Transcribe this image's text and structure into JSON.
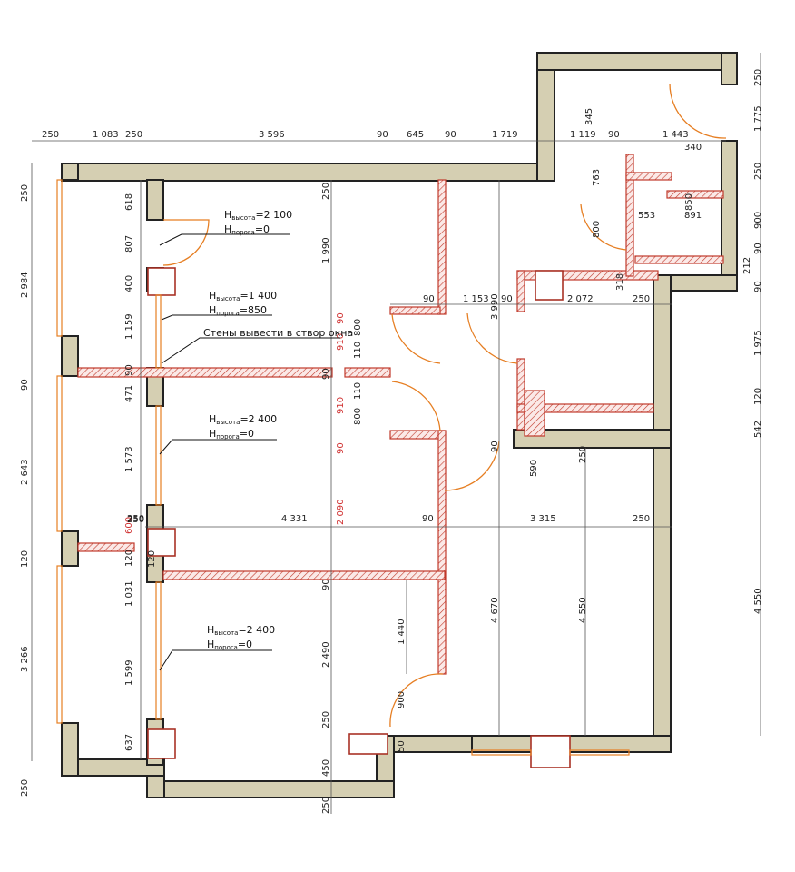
{
  "top_dims": [
    "250",
    "1 083",
    "250",
    "3 596",
    "90",
    "645",
    "90",
    "1 719",
    "1 119",
    "90",
    "1 443"
  ],
  "top_dims_upper": [
    "345",
    "340"
  ],
  "left_dims": [
    "250",
    "2 984",
    "90",
    "2 643",
    "120",
    "3 266",
    "250"
  ],
  "inner_left_dims": [
    "618",
    "807",
    "400",
    "1 159",
    "90",
    "471",
    "1 573",
    "600",
    "120",
    "1 031",
    "1 599",
    "637"
  ],
  "inner_left_extra": [
    "250",
    "120"
  ],
  "right_dims": [
    "250",
    "1 775",
    "250",
    "900",
    "90",
    "212",
    "90",
    "1 975",
    "120",
    "542",
    "4 550"
  ],
  "center_vertical": [
    "250",
    "1 990",
    "90",
    "800",
    "110",
    "90",
    "110",
    "800",
    "90",
    "2 090",
    "90",
    "2 490",
    "250",
    "450",
    "250"
  ],
  "center_vertical_red": [
    "910",
    "910"
  ],
  "mid_horizontal": [
    "90",
    "1 153",
    "90",
    "2 072",
    "250"
  ],
  "row_dims": [
    "250",
    "4 331",
    "90",
    "3 315",
    "250"
  ],
  "small_dims": [
    "763",
    "800",
    "318",
    "553",
    "850",
    "891",
    "3 990",
    "590",
    "250",
    "90",
    "4 670",
    "4 550",
    "1 440",
    "900",
    "50"
  ],
  "notes": [
    {
      "h_label": "H",
      "h_sub": "высота",
      "h_value": "=2 100",
      "p_label": "H",
      "p_sub": "порога",
      "p_value": "=0"
    },
    {
      "h_label": "H",
      "h_sub": "высота",
      "h_value": "=1 400",
      "p_label": "H",
      "p_sub": "порога",
      "p_value": "=850"
    },
    {
      "h_label": "H",
      "h_sub": "высота",
      "h_value": "=2 400",
      "p_label": "H",
      "p_sub": "порога",
      "p_value": "=0"
    },
    {
      "h_label": "H",
      "h_sub": "высота",
      "h_value": "=2 400",
      "p_label": "H",
      "p_sub": "порога",
      "p_value": "=0"
    }
  ],
  "wall_note": "Стены вывести в створ окна",
  "colors": {
    "wall_fill": "#d5cfb2",
    "partition": "#c0392b",
    "window": "#e67e22",
    "dim_red": "#d03030"
  }
}
